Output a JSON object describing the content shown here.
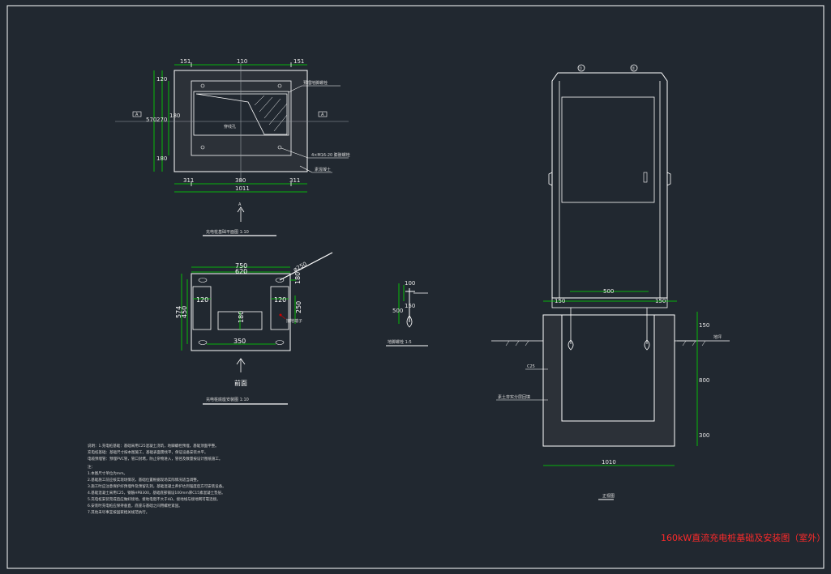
{
  "colors": {
    "background": "#212830",
    "line": "#ffffff",
    "dimension": "#00e000",
    "accent": "#d00000",
    "title": "#ff2a2a"
  },
  "drawing": {
    "title": "160kW直流充电桩基础及安装图（室外）",
    "plan_view": {
      "dims_top": [
        "151",
        "110",
        "151"
      ],
      "dims_bottom": [
        "311",
        "380",
        "311"
      ],
      "dim_total": "1011",
      "dims_left": [
        "120",
        "270",
        "180"
      ],
      "dim_left_total": "570",
      "dims_right": [
        "180"
      ],
      "cable_label": "穿线孔",
      "leader_labels": [
        "预埋地脚螺栓",
        "4×M16-20 膨胀螺栓",
        "素混凝土"
      ],
      "section_marks": [
        "A",
        "A"
      ],
      "arrow_label": "A",
      "caption": "充电桩基础平面图 1:10"
    },
    "base_view": {
      "dims_top": [
        "750",
        "620"
      ],
      "dims_left": [
        "574",
        "450"
      ],
      "dims_inner": [
        "120",
        "120",
        "350",
        "180",
        "180",
        "250"
      ],
      "dim_diagonal": "ø250",
      "callout": "接地端子",
      "arrow_label": "前面",
      "caption": "充电桩底座安装图 1:10"
    },
    "detail_view": {
      "dims": [
        "100",
        "500",
        "150"
      ],
      "caption": "地脚螺栓 1:5"
    },
    "elevation_view": {
      "top_markers": [
        "①",
        "②"
      ],
      "dims_base": [
        "150",
        "500",
        "150"
      ],
      "dim_bottom": "1010",
      "dims_right": [
        "150",
        "800",
        "300"
      ],
      "ground_label": "地坪",
      "concrete_label": "C25",
      "fill_label": "素土夯实分层回填",
      "caption": "正视图"
    },
    "notes": [
      "说明：1.充电桩基础：基础采用C25混凝土浇筑，地脚螺栓预埋，基础顶面平整。",
      "   充电桩基础：基础尺寸按本图施工，基础表面需找平，保证设备安装水平。",
      "   电缆预埋管：预埋PVC管，管口封堵，防止杂物进入，管径及数量按设计图纸施工。",
      "注：",
      "1.本图尺寸单位为mm。",
      "2.基础施工前应核实现场情况，基础位置根据现场实际情况适当调整。",
      "3.施工时应注意保护好预埋件及预留孔洞，基础混凝土养护达到强度后方可安装设备。",
      "4.基础混凝土采用C25，钢筋HPB300，基础底部铺设100mm厚C15素混凝土垫层。",
      "5.充电桩安装完成后应做好接地，接地电阻不大于4Ω，接地线与接地网可靠连接。",
      "6.安装时充电桩应保持垂直，底座与基础之间用螺栓紧固。",
      "7.其他未尽事宜按国家相关规范执行。"
    ]
  }
}
